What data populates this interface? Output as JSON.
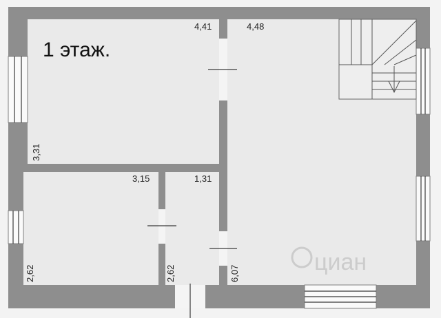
{
  "plan": {
    "title": "1 этаж.",
    "watermark": "циан",
    "colors": {
      "wall": "#8e8e8e",
      "room": "#eaeaea",
      "background": "#f3f3f3"
    },
    "rooms": [
      {
        "name": "room-top-left",
        "width_label": "4,41",
        "height_label": "3,31"
      },
      {
        "name": "room-bottom-left",
        "width_label": "3,15",
        "height_label": "2,62"
      },
      {
        "name": "room-bottom-middle",
        "width_label": "1,31",
        "height_label": "2,62"
      },
      {
        "name": "room-right",
        "width_label": "4,48",
        "height_label": "6,07"
      }
    ]
  }
}
